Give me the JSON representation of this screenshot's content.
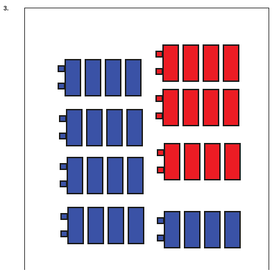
{
  "problem": {
    "number": "3."
  },
  "colors": {
    "blue": "#3a52a6",
    "red": "#ec1c24",
    "outline": "#1c1c1c"
  },
  "trains": [
    {
      "color": "blue",
      "cubes": 4
    },
    {
      "color": "blue",
      "cubes": 4
    },
    {
      "color": "blue",
      "cubes": 4
    },
    {
      "color": "blue",
      "cubes": 4
    },
    {
      "color": "red",
      "cubes": 4
    },
    {
      "color": "red",
      "cubes": 4
    },
    {
      "color": "red",
      "cubes": 4
    },
    {
      "color": "blue",
      "cubes": 4
    }
  ]
}
